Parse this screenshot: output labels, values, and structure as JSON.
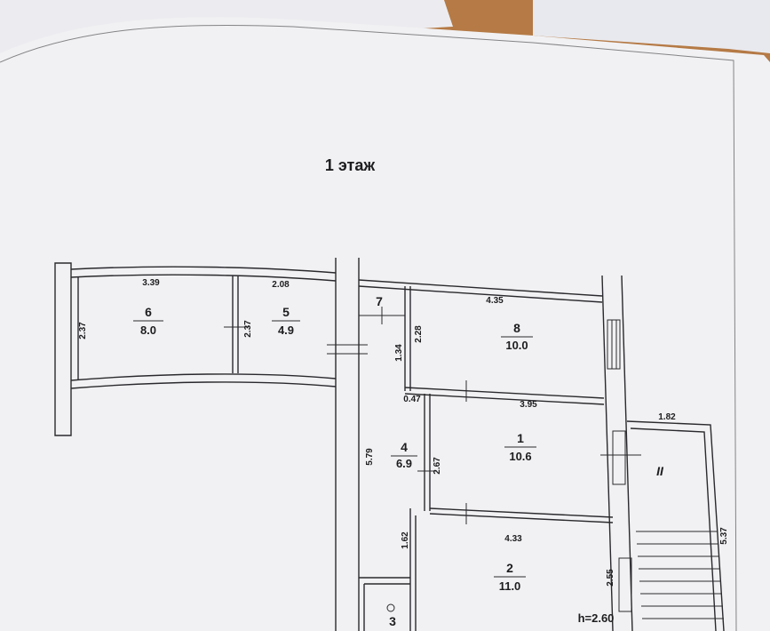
{
  "plan": {
    "title": "1 этаж",
    "rooms": [
      {
        "id": "6",
        "number": "6",
        "area": "8.0"
      },
      {
        "id": "5",
        "number": "5",
        "area": "4.9"
      },
      {
        "id": "7",
        "number": "7",
        "area": ""
      },
      {
        "id": "8",
        "number": "8",
        "area": "10.0"
      },
      {
        "id": "4",
        "number": "4",
        "area": "6.9"
      },
      {
        "id": "1",
        "number": "1",
        "area": "10.6"
      },
      {
        "id": "2",
        "number": "2",
        "area": "11.0"
      },
      {
        "id": "3",
        "number": "3",
        "area": ""
      },
      {
        "id": "II",
        "number": "II",
        "area": ""
      }
    ],
    "dimensions": {
      "d_339": "3.39",
      "d_208": "2.08",
      "d_237a": "2.37",
      "d_237b": "2.37",
      "d_435": "4.35",
      "d_228": "2.28",
      "d_134": "1.34",
      "d_047": "0.47",
      "d_395": "3.95",
      "d_182": "1.82",
      "d_579": "5.79",
      "d_267": "2.67",
      "d_162": "1.62",
      "d_433": "4.33",
      "d_255": "2.55",
      "d_537": "5.37"
    },
    "ceiling_height": "h=2.60"
  },
  "colors": {
    "table": "#b57a45",
    "paper": "#f1f1f3",
    "ink": "#1d1d1f"
  }
}
